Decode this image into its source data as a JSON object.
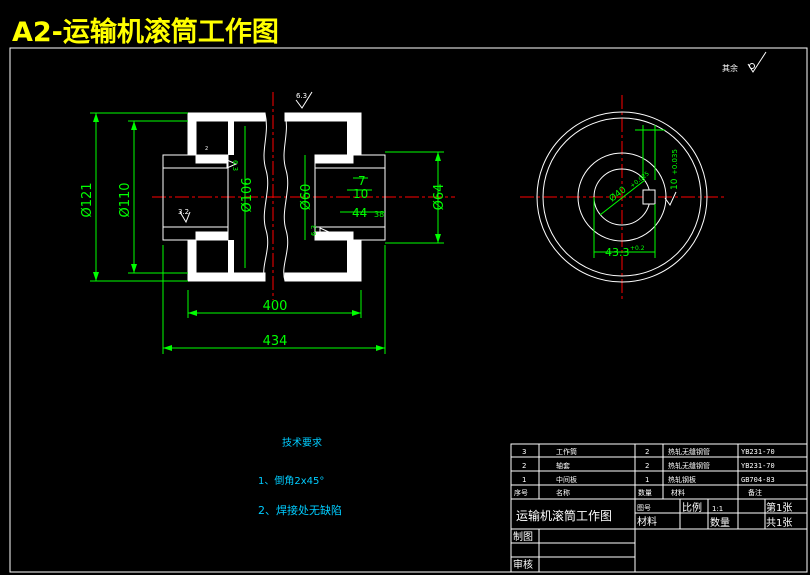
{
  "sheet_title": "A2-运输机滚筒工作图",
  "roughness_other": "其余",
  "roughness_values": [
    "6.3",
    "6.3",
    "3.2",
    "6.3"
  ],
  "dimensions": {
    "d121": "Ø121",
    "d110": "Ø110",
    "d106": "Ø106",
    "d60": "Ø60",
    "d64": "Ø64",
    "w400": "400",
    "w434": "434",
    "w7": "7",
    "w10": "10",
    "w44": "44",
    "w38": "38",
    "key_width": "10",
    "key_tol": "+0.035",
    "bore": "Ø40",
    "bore_tol": "+0.025",
    "key_depth": "43.3",
    "key_depth_tol": "+0.2",
    "small_label": "2"
  },
  "notes": {
    "heading": "技术要求",
    "item1": "1、倒角2x45°",
    "item2": "2、焊接处无缺陷"
  },
  "title_block": {
    "parts": [
      {
        "no": "3",
        "name": "工作筒",
        "qty": "2",
        "material": "热轧无缝钢管",
        "remark": "YB231-70"
      },
      {
        "no": "2",
        "name": "轴套",
        "qty": "2",
        "material": "热轧无缝钢管",
        "remark": "YB231-70"
      },
      {
        "no": "1",
        "name": "中间板",
        "qty": "1",
        "material": "热轧钢板",
        "remark": "GB704-83"
      }
    ],
    "header": {
      "no": "序号",
      "name": "名称",
      "qty": "数量",
      "material": "材料",
      "remark": "备注"
    },
    "drawing_name": "运输机滚筒工作图",
    "labels": {
      "chart_no": "图号",
      "material": "材料",
      "scale": "比例",
      "scale_value": "1:1",
      "quantity": "数量",
      "sheet": "第1张",
      "total": "共1张",
      "drawn": "制图",
      "checked": "审核"
    }
  },
  "colors": {
    "outline": "#ffffff",
    "dim": "#00ff00",
    "center": "#ff0000",
    "note": "#00ccff",
    "title": "#ffff00",
    "roughness": "#ffffff"
  }
}
